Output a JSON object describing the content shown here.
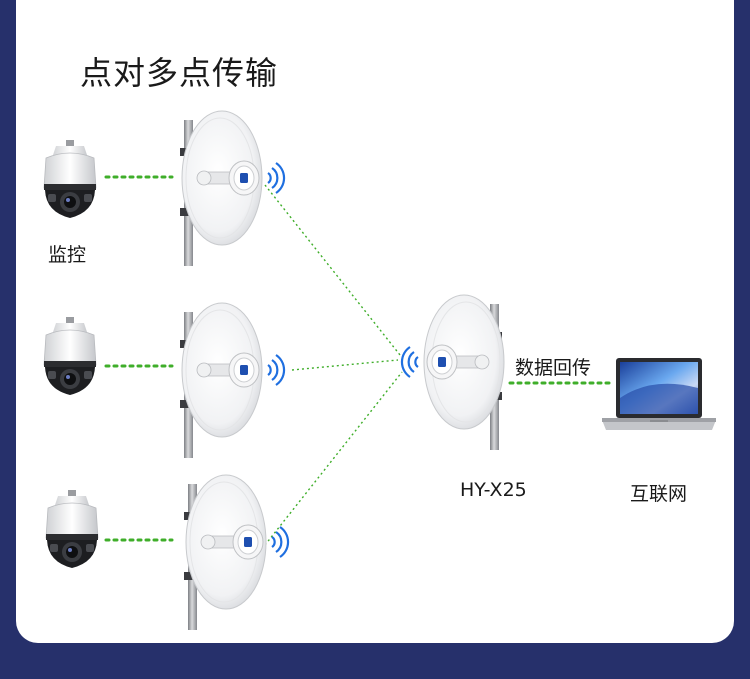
{
  "title": "点对多点传输",
  "camera_label": "监控",
  "backhaul_label": "数据回传",
  "hub_device_label": "HY-X25",
  "internet_label": "互联网",
  "colors": {
    "background": "#26306b",
    "card": "#ffffff",
    "link_dotted": "#3fae2a",
    "signal": "#1f6fe0"
  },
  "icons": {
    "camera": "ptz-dome-camera-icon",
    "antenna": "dish-antenna-icon",
    "laptop": "laptop-icon",
    "signal": "wifi-signal-icon"
  }
}
